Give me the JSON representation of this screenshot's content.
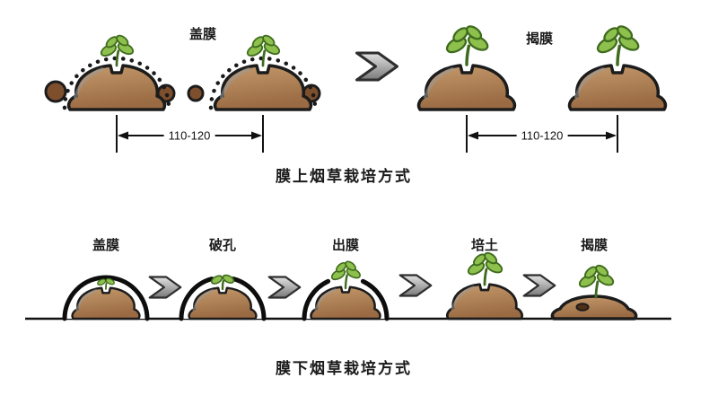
{
  "top_section": {
    "cover_label": "盖膜",
    "uncover_label": "揭膜",
    "left_dimension": "110-120",
    "right_dimension": "110-120",
    "title": "膜上烟草栽培方式"
  },
  "bottom_section": {
    "stages": [
      {
        "label": "盖膜"
      },
      {
        "label": "破孔"
      },
      {
        "label": "出膜"
      },
      {
        "label": "培土"
      },
      {
        "label": "揭膜"
      }
    ],
    "title": "膜下烟草栽培方式"
  },
  "icons": {
    "arrow": "right-arrow-icon",
    "mound": "soil-mound",
    "seedling": "tobacco-seedling-icon",
    "film_dots": "plastic-film-dots",
    "film_dome": "plastic-film-dome",
    "clod": "soil-clod-icon"
  },
  "colors": {
    "soil_light": "#c49a6c",
    "soil_dark": "#9a6a42",
    "leaf_fill": "#8dc04d",
    "leaf_stroke": "#3f6b1e",
    "film_black": "#0d0d0d",
    "arrow_gray": "#9d9d9d",
    "clod_brown": "#7d4f2c"
  }
}
